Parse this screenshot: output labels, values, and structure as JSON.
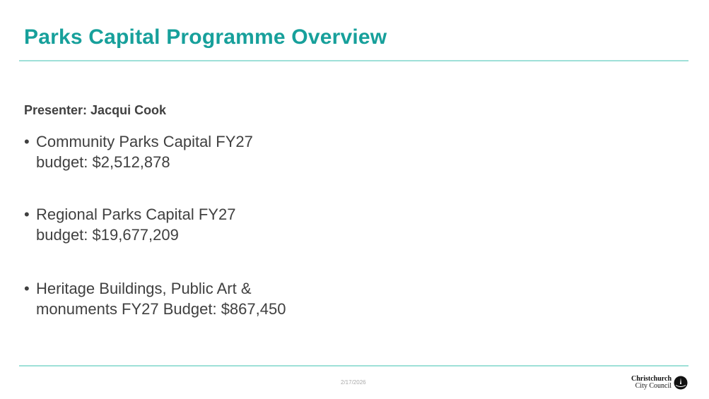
{
  "slide": {
    "title": "Parks Capital Programme Overview",
    "presenter": "Presenter: Jacqui Cook",
    "bullets": [
      {
        "line1": "Community Parks Capital FY27",
        "line2": "budget: $2,512,878"
      },
      {
        "line1": "Regional Parks Capital FY27",
        "line2": "budget: $19,677,209"
      },
      {
        "line1": "Heritage Buildings, Public Art &",
        "line2": "monuments FY27 Budget: $867,450"
      }
    ],
    "bullet_char": "•"
  },
  "footer": {
    "date": "2/17/2026",
    "logo_line1": "Christchurch",
    "logo_line2": "City Council"
  },
  "colors": {
    "title": "#17a09b",
    "rule": "#9ee0d8",
    "text": "#404040"
  }
}
